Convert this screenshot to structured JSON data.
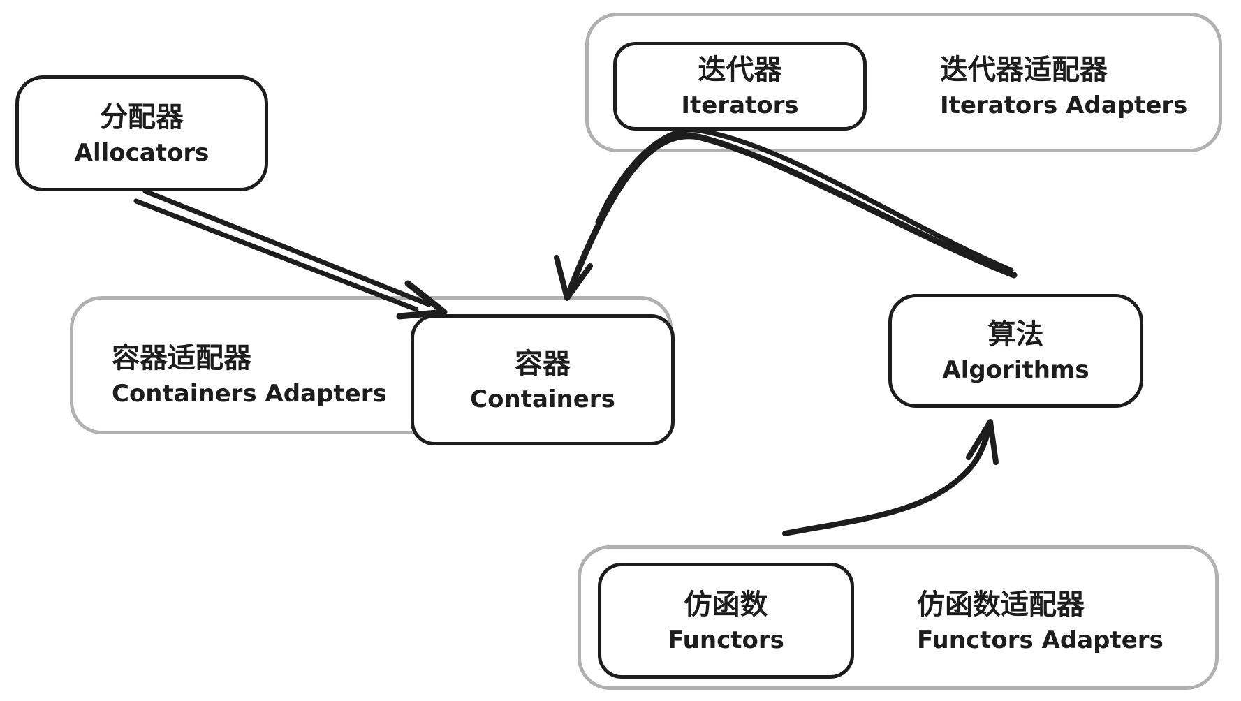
{
  "diagram": {
    "background": "#ffffff",
    "ink_color": "#1d1d1d",
    "muted_border_color": "#b1b1b1",
    "nodes": {
      "allocators": {
        "zh": "分配器",
        "en": "Allocators"
      },
      "iterators": {
        "zh": "迭代器",
        "en": "Iterators"
      },
      "iterators_adapters": {
        "zh": "迭代器适配器",
        "en": "Iterators Adapters"
      },
      "containers": {
        "zh": "容器",
        "en": "Containers"
      },
      "containers_adapters": {
        "zh": "容器适配器",
        "en": "Containers Adapters"
      },
      "algorithms": {
        "zh": "算法",
        "en": "Algorithms"
      },
      "functors": {
        "zh": "仿函数",
        "en": "Functors"
      },
      "functors_adapters": {
        "zh": "仿函数适配器",
        "en": "Functors Adapters"
      }
    },
    "edges": [
      {
        "from": "allocators",
        "to": "containers",
        "line_style": "double-stroke",
        "arrowhead_at": "containers"
      },
      {
        "from": "algorithms",
        "to": "containers",
        "via": "iterators",
        "line_style": "double-stroke",
        "arrowhead_at": "containers"
      },
      {
        "from": "functors",
        "to": "algorithms",
        "line_style": "single-stroke",
        "arrowhead_at": "algorithms"
      }
    ]
  }
}
